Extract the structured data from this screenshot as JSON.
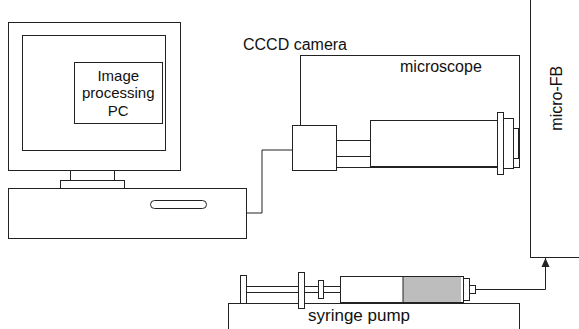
{
  "diagram": {
    "nodes": [
      {
        "text": [
          "Image processing PC"
        ]
      },
      {
        "text": [
          "CCCD camera",
          "microscope"
        ]
      },
      {
        "text": [
          "micro-FB"
        ]
      },
      {
        "text": [
          "syringe pump"
        ]
      }
    ],
    "edges": [
      {
        "from": 0,
        "to": 1,
        "arrow": "none"
      },
      {
        "from": 3,
        "to": 2,
        "arrow": "to"
      }
    ]
  }
}
